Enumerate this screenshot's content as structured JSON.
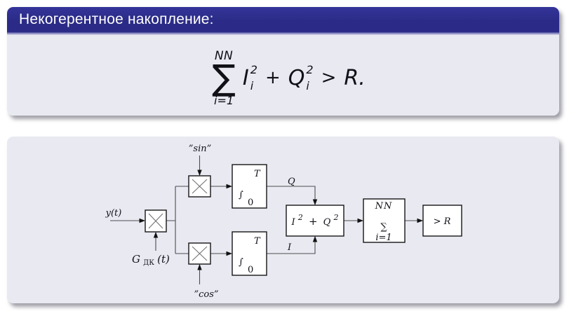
{
  "colors": {
    "header-bg": "#2b2b87",
    "body-bg": "#e9e9f2",
    "box-stroke": "#151515",
    "wire": "#4d4d4d",
    "text": "#101016",
    "title-text": "#ffffff"
  },
  "block1": {
    "title": "Некогерентное накопление:",
    "formula": {
      "sum_top": "NN",
      "sigma": "∑",
      "sum_bottom": "i=1",
      "term1": "I",
      "term1_sup": "2",
      "term1_sub": "i",
      "plus": "+",
      "term2": "Q",
      "term2_sup": "2",
      "term2_sub": "i",
      "gt": ">",
      "rhs": "R."
    }
  },
  "diagram": {
    "input_label": "y(t)",
    "ref_base": "G",
    "ref_sub": "ДК",
    "ref_tail": "(t)",
    "sin_label": "”sin”",
    "cos_label": "”cos”",
    "q_label": "Q",
    "i_label": "I",
    "integral": {
      "sign": "∫",
      "upper": "T",
      "lower": "0"
    },
    "detector": {
      "b1": "I",
      "s1": "2",
      "op": "+",
      "b2": "Q",
      "s2": "2"
    },
    "sum": {
      "top": "NN",
      "sigma": "∑",
      "bottom": "i=1"
    },
    "threshold": "> R"
  }
}
